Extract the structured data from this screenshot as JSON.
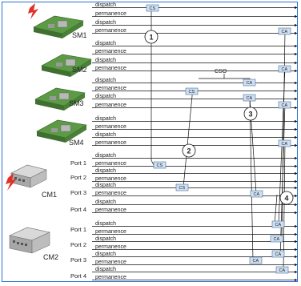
{
  "colors": {
    "border": "#2b6fd6",
    "box_fill": "#cfe0f3",
    "box_stroke": "#4a6f99",
    "line": "#111111",
    "module_green": "#4e8a3a",
    "lightning": "#e0302a"
  },
  "modules": [
    {
      "label": "SM1",
      "lines": [
        "dispatch",
        "permanence",
        "dispatch",
        "permanence"
      ]
    },
    {
      "label": "SM2",
      "lines": [
        "dispatch",
        "permanence",
        "dispatch",
        "permanence"
      ]
    },
    {
      "label": "SM3",
      "lines": [
        "dispatch",
        "permanence",
        "dispatch",
        "permanence"
      ]
    },
    {
      "label": "SM4",
      "lines": [
        "dispatch",
        "permanence",
        "dispatch",
        "permanence"
      ]
    }
  ],
  "cms": [
    {
      "label": "CM1",
      "ports": [
        {
          "name": "Port 1",
          "lines": [
            "dispatch",
            "permanence"
          ]
        },
        {
          "name": "Port 2",
          "lines": [
            "dispatch",
            "permanence"
          ]
        },
        {
          "name": "Port 3",
          "lines": [
            "dispatch",
            "permanence"
          ]
        },
        {
          "name": "Port 4",
          "lines": [
            "dispatch",
            "permanence"
          ]
        }
      ]
    },
    {
      "label": "CM2",
      "ports": [
        {
          "name": "Port 1",
          "lines": [
            "dispatch",
            "permanence"
          ]
        },
        {
          "name": "Port 2",
          "lines": [
            "dispatch",
            "permanence"
          ]
        },
        {
          "name": "Port 3",
          "lines": [
            "dispatch",
            "permanence"
          ]
        },
        {
          "name": "Port 4",
          "lines": [
            "dispatch",
            "permanence"
          ]
        }
      ]
    }
  ],
  "boxes": {
    "cs": "CS",
    "ca": "CA"
  },
  "cso_label": "CSO",
  "markers": [
    "1",
    "2",
    "3",
    "4"
  ]
}
